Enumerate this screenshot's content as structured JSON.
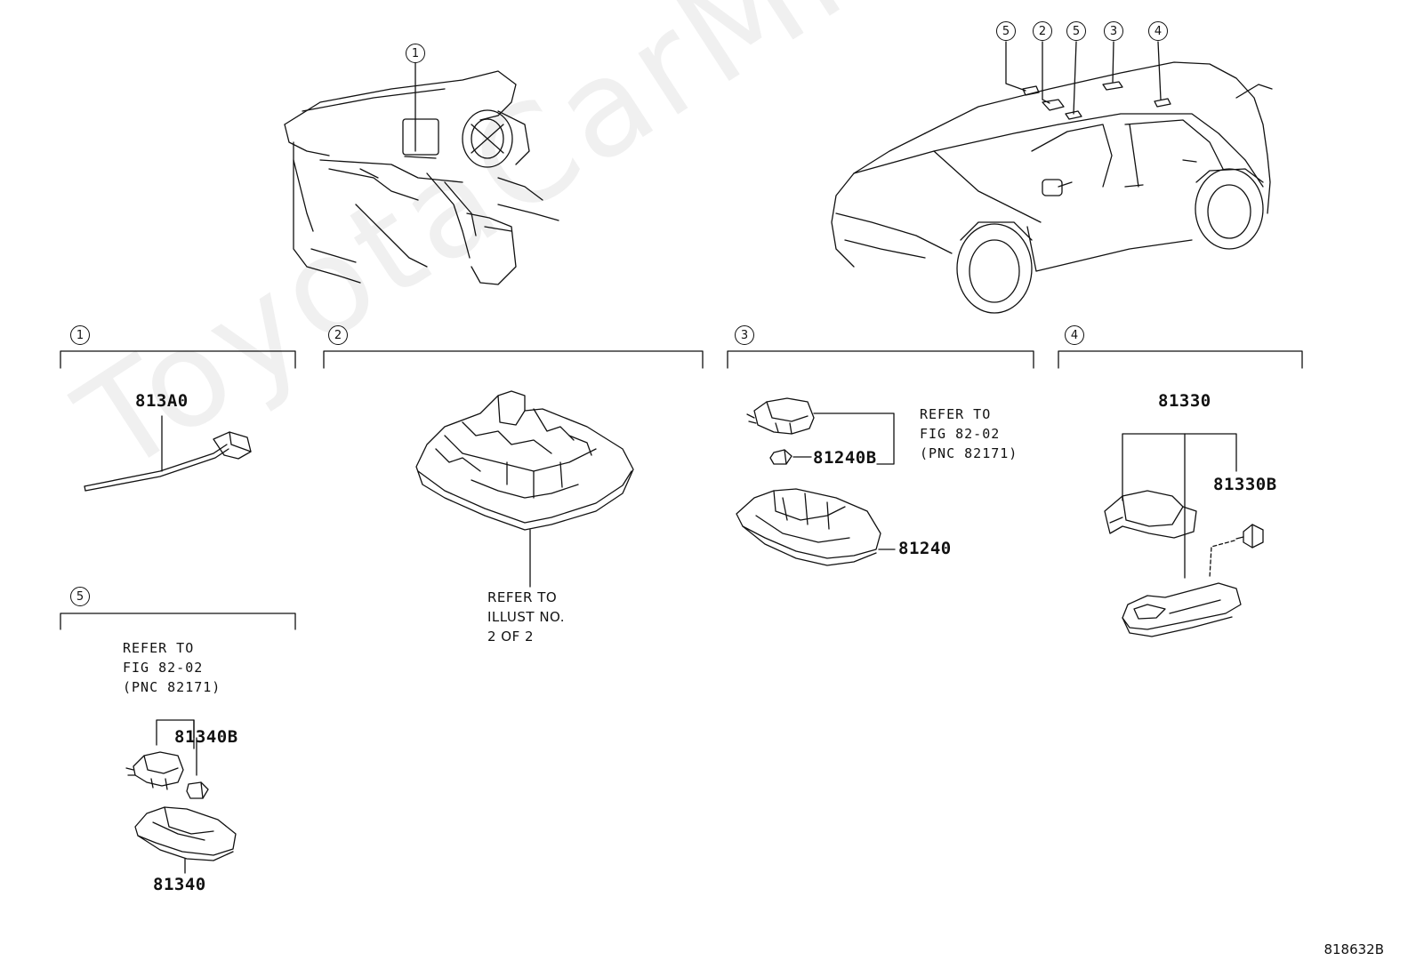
{
  "watermark": "ToyotaCarMine.ru",
  "doc_id": "818632B",
  "callouts": {
    "c1": "1",
    "c2": "2",
    "c3": "3",
    "c4": "4",
    "c5": "5"
  },
  "sections": [
    {
      "number": "1",
      "part": "813A0"
    },
    {
      "number": "2",
      "note": [
        "REFER TO",
        "ILLUST NO.",
        "2 OF 2"
      ]
    },
    {
      "number": "3",
      "parts": [
        "81240B",
        "81240"
      ],
      "note": [
        "REFER TO",
        "FIG 82-02",
        "(PNC 82171)"
      ]
    },
    {
      "number": "4",
      "parts": [
        "81330",
        "81330B"
      ]
    },
    {
      "number": "5",
      "parts": [
        "81340B",
        "81340"
      ],
      "note": [
        "REFER TO",
        "FIG 82-02",
        "(PNC 82171)"
      ]
    }
  ]
}
